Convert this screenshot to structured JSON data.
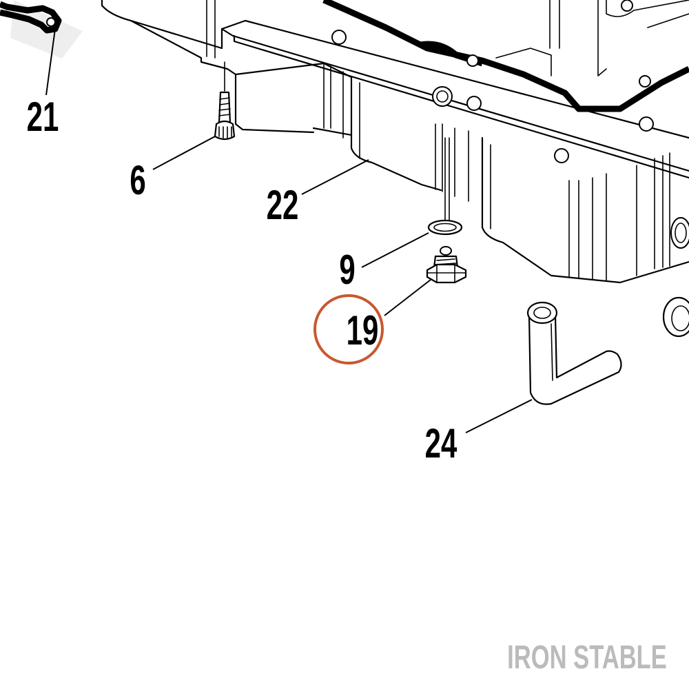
{
  "callouts": {
    "c21": "21",
    "c6": "6",
    "c22": "22",
    "c9": "9",
    "c19": "19",
    "c24": "24"
  },
  "highlight": {
    "target": "19",
    "color": "#C8582E"
  },
  "watermark": {
    "text": "IRON STABLE",
    "color": "#BBBBBB"
  }
}
